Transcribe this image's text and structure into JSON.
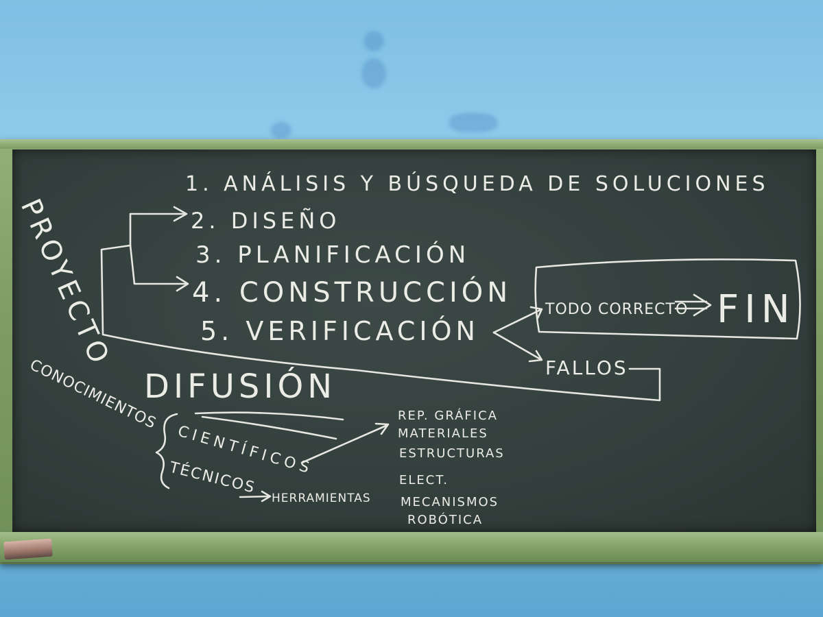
{
  "board": {
    "step1": "1. ANÁLISIS Y BÚSQUEDA DE SOLUCIONES",
    "step2": "2. DISEÑO",
    "step3": "3. PLANIFICACIÓN",
    "step4": "4. CONSTRUCCIÓN",
    "step5": "5. VERIFICACIÓN",
    "proyecto": "PROYECTO",
    "todo_correcto": "TODO CORRECTO",
    "fin": "FIN",
    "fallos": "FALLOS",
    "difusion": "DIFUSIÓN",
    "conocimientos": "CONOCIMIENTOS",
    "cientificos": "CIENTÍFICOS",
    "tecnicos": "TÉCNICOS",
    "herramientas": "HERRAMIENTAS",
    "topics": [
      "REP. GRÁFICA",
      "MATERIALES",
      "ESTRUCTURAS",
      "ELECT.",
      "MECANISMOS",
      "ROBÓTICA"
    ]
  },
  "colors": {
    "wall": "#86c4e6",
    "frame": "#7f9d66",
    "board": "#34403d",
    "chalk": "#ecece6",
    "eraser": "#9c7569"
  }
}
